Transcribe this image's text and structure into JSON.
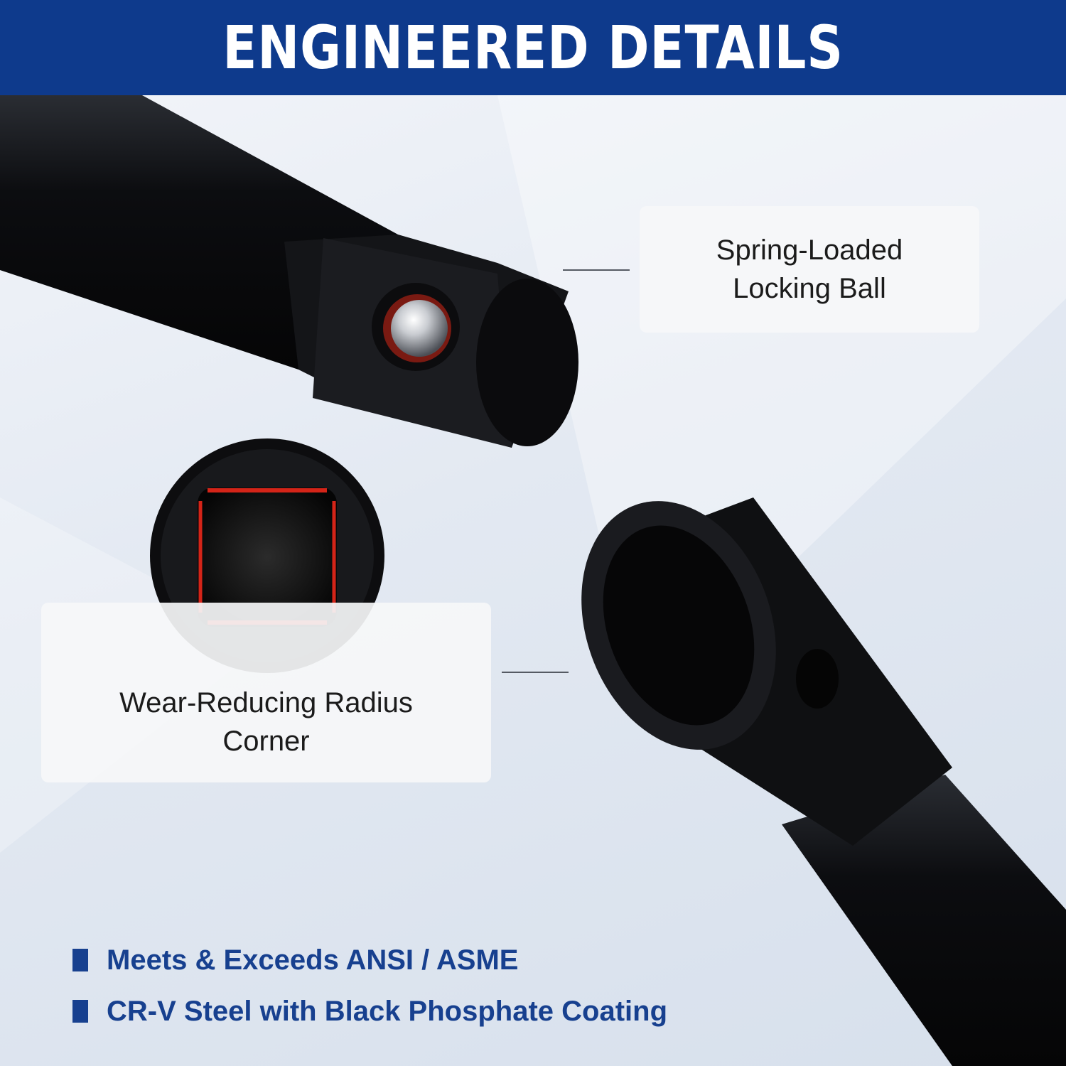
{
  "colors": {
    "banner": "#0e3a8c",
    "accent_text": "#17408f",
    "tool_black": "#111111",
    "highlight_red": "#d42418"
  },
  "header": {
    "title": "ENGINEERED DETAILS"
  },
  "callouts": {
    "locking_ball": {
      "line1": "Spring-Loaded",
      "line2": "Locking Ball",
      "icon": "locking-ball-closeup"
    },
    "radius_corner": {
      "line1": "Wear-Reducing Radius",
      "line2": "Corner",
      "icon": "socket-square-closeup"
    }
  },
  "features": [
    {
      "text": "Meets & Exceeds ANSI / ASME",
      "icon": "square-bullet-icon"
    },
    {
      "text": "CR-V Steel with Black Phosphate Coating",
      "icon": "square-bullet-icon"
    }
  ]
}
